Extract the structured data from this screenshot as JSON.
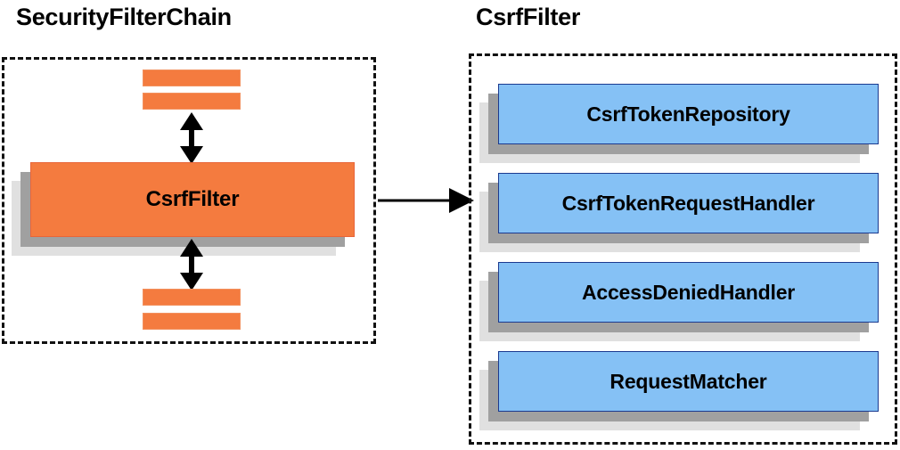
{
  "diagram": {
    "title_left": "SecurityFilterChain",
    "title_right": "CsrfFilter",
    "colors": {
      "blue_fill": "#85c1f5",
      "blue_border": "#1b3a8f",
      "orange_fill": "#f47b3f",
      "orange_border": "#e8653a",
      "shadow_near": "#a0a0a0",
      "shadow_far": "#e0e0e0",
      "outline": "#111111",
      "text": "#000000"
    }
  },
  "left_panel": {
    "title": "SecurityFilterChain",
    "focus_node": {
      "label": "CsrfFilter"
    },
    "neighbor_filters": [
      {
        "position": "above-outer",
        "label": ""
      },
      {
        "position": "above-inner",
        "label": ""
      },
      {
        "position": "below-inner",
        "label": ""
      },
      {
        "position": "below-outer",
        "label": ""
      }
    ],
    "connectors": [
      {
        "name": "arrow-up",
        "kind": "double-headed-vertical"
      },
      {
        "name": "arrow-down",
        "kind": "double-headed-vertical"
      }
    ]
  },
  "right_panel": {
    "title": "CsrfFilter",
    "collaborators": [
      {
        "label": "CsrfTokenRepository"
      },
      {
        "label": "CsrfTokenRequestHandler"
      },
      {
        "label": "AccessDeniedHandler"
      },
      {
        "label": "RequestMatcher"
      }
    ]
  },
  "cross_panel_connector": {
    "name": "expands-into-arrow",
    "kind": "single-headed-horizontal",
    "from": "SecurityFilterChain.CsrfFilter",
    "to": "CsrfFilter"
  }
}
